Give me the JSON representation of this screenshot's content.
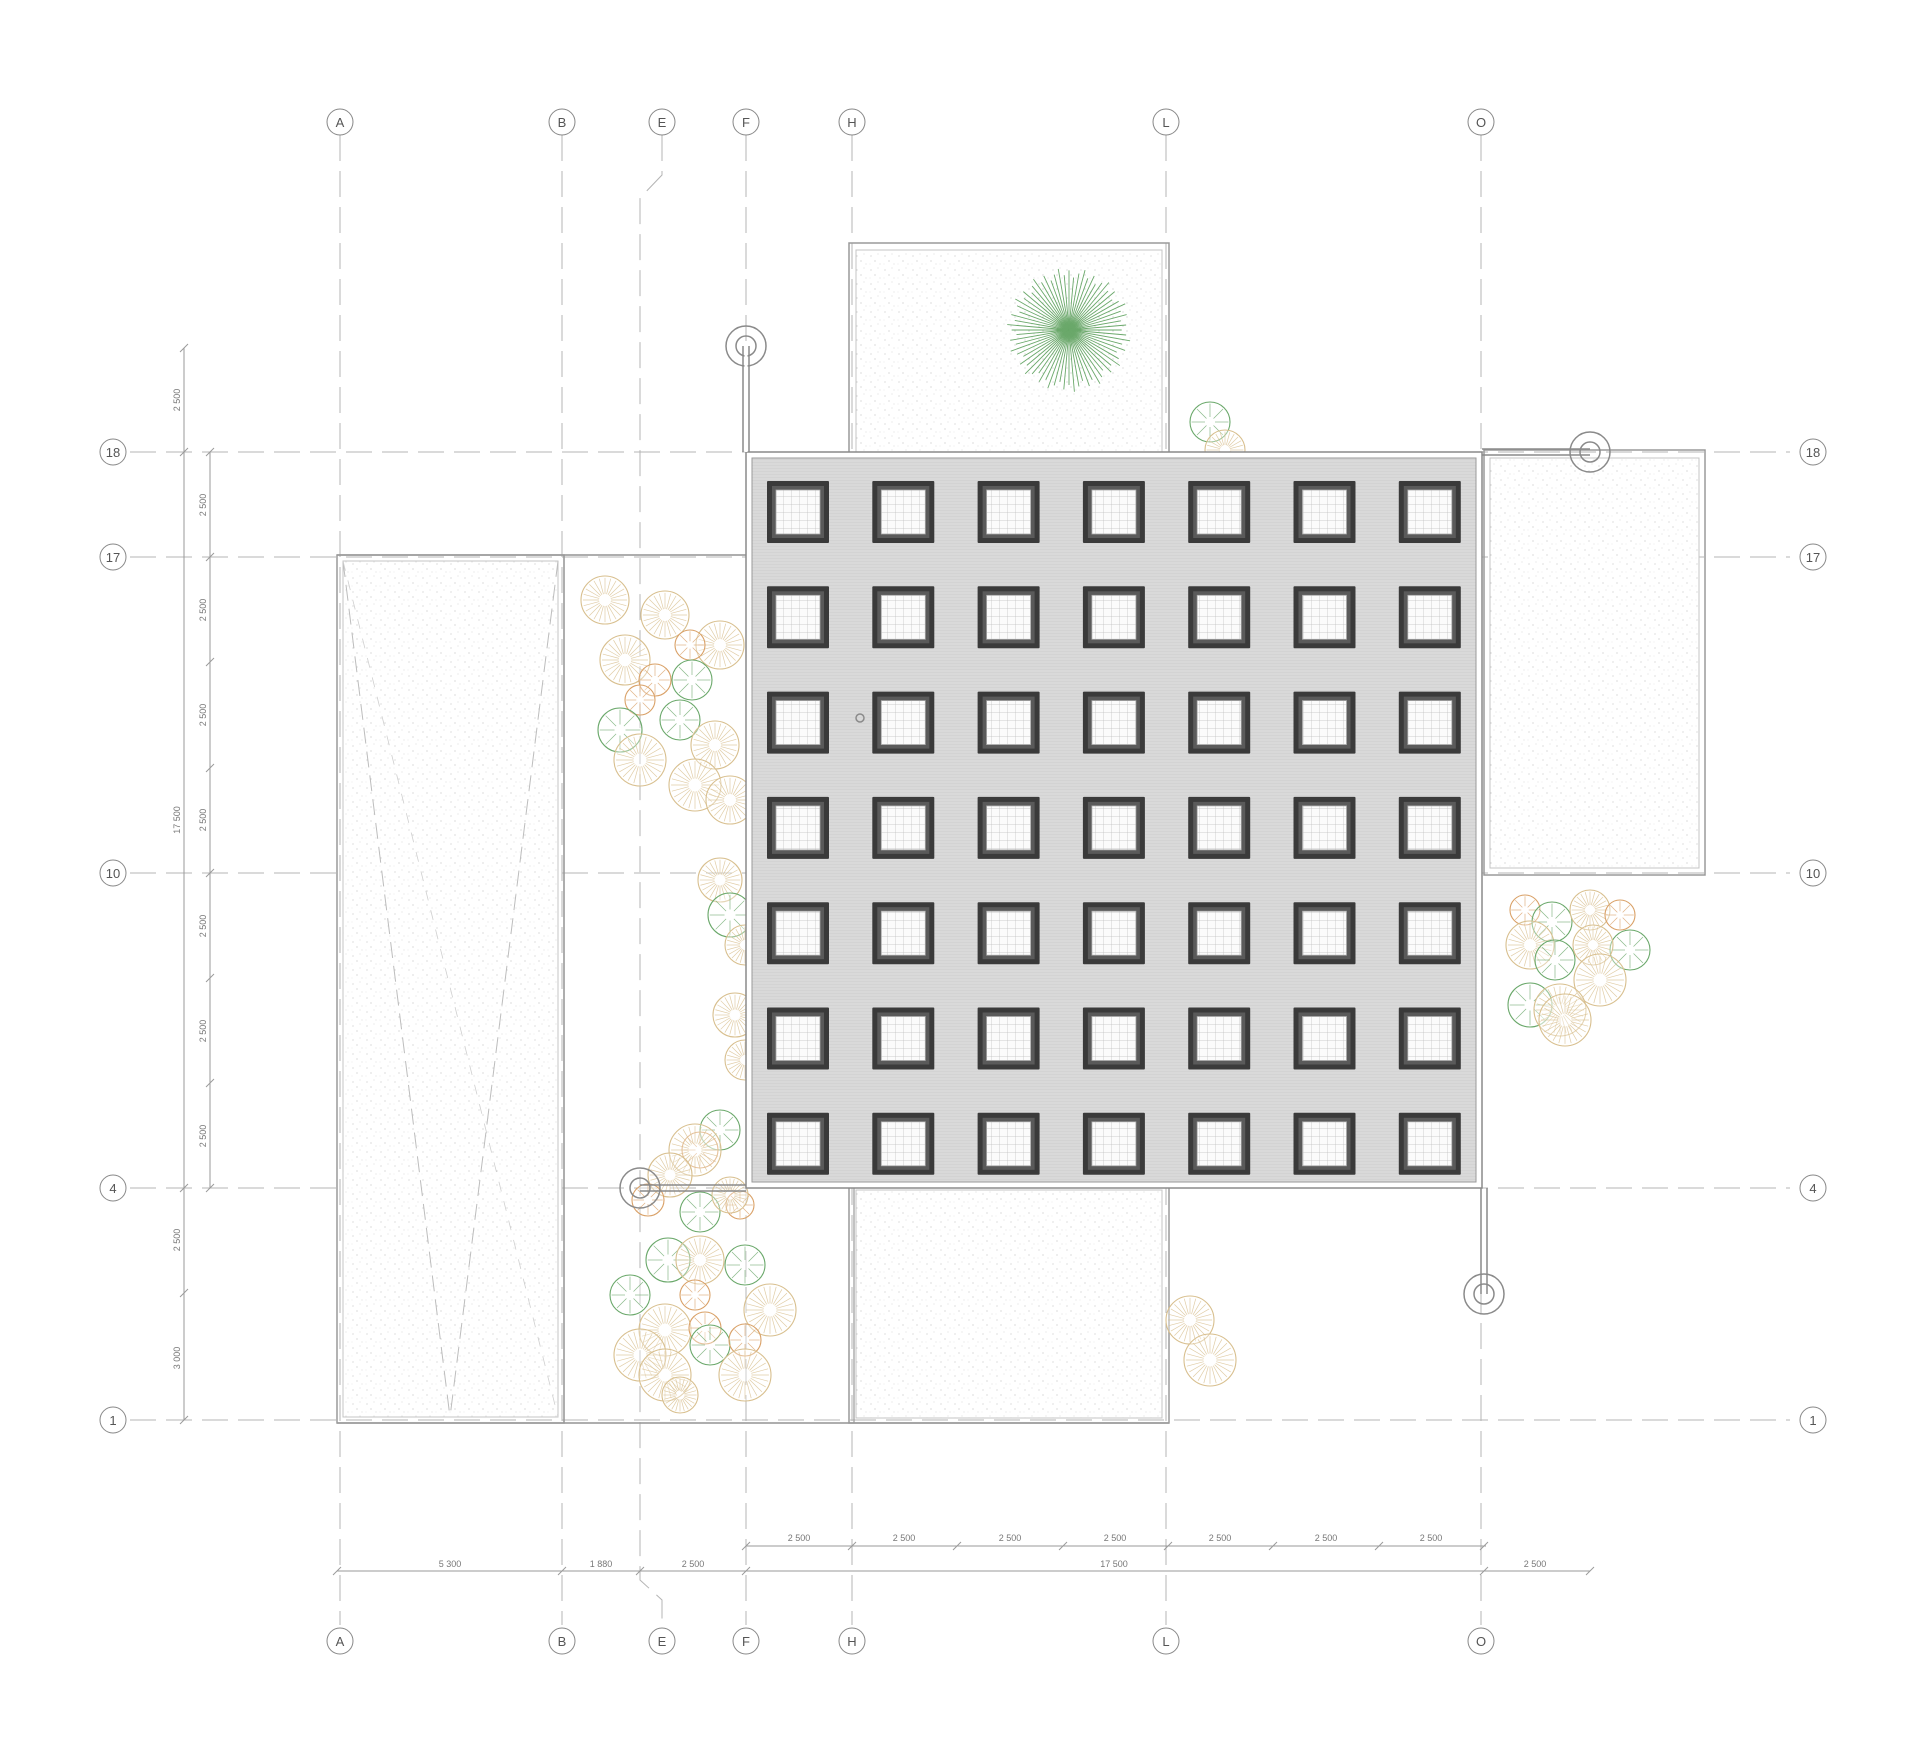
{
  "grid": {
    "columns": [
      "A",
      "B",
      "E",
      "F",
      "H",
      "L",
      "O"
    ],
    "rows": [
      "18",
      "17",
      "10",
      "4",
      "1"
    ]
  },
  "dimensions": {
    "bottom_bays": [
      "2 500",
      "2 500",
      "2 500",
      "2 500",
      "2 500",
      "2 500",
      "2 500"
    ],
    "bottom_overall": [
      "5 300",
      "1 880",
      "2 500",
      "17 500",
      "2 500"
    ],
    "left_bays": [
      "2 500",
      "2 500",
      "2 500",
      "2 500",
      "2 500",
      "2 500",
      "2 500"
    ],
    "left_overall": [
      "2 500",
      "17 500",
      "2 500",
      "3 000"
    ]
  },
  "roof_grid": {
    "rows": 7,
    "cols": 7
  },
  "colors": {
    "line": "#8a8a8a",
    "roof": "#d7d7d7",
    "skylight_frame": "#3a3a3a",
    "tree_green": "#6aa86a",
    "tree_tan": "#d8bf8e",
    "tree_orange": "#d9a066"
  },
  "icons": {
    "north_tree": "radial-tree-icon",
    "small_tree": "tree-canopy-icon",
    "drain": "roof-drain-icon"
  }
}
